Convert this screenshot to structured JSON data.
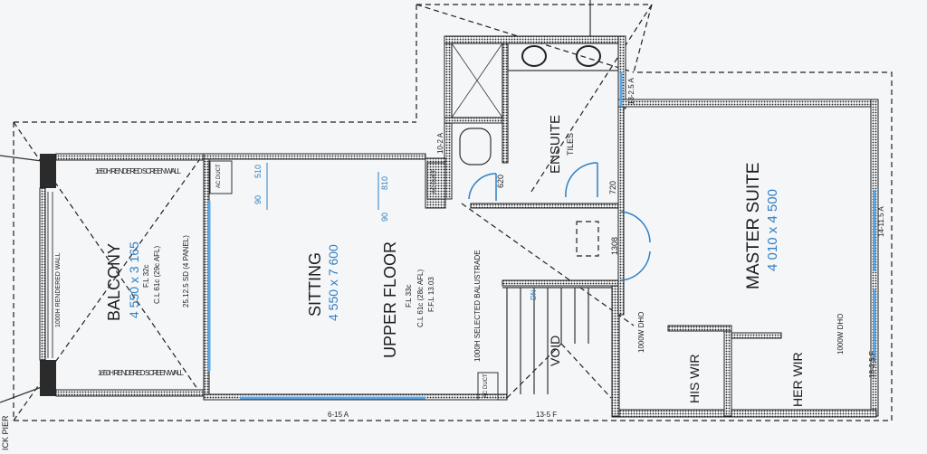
{
  "colors": {
    "paper": "#f4f6f8",
    "ink": "#1b1d22",
    "dimension_blue": "#2f7fc4",
    "glass": "#5aa6e6"
  },
  "side_labels": {
    "pier": "ICK PIER"
  },
  "rooms": {
    "balcony": {
      "name": "BALCONY",
      "size": "4 550 x 3 165",
      "fl": "F.L 32c",
      "cl": "C.L 61c (29c AFL)"
    },
    "sitting": {
      "name": "SITTING",
      "size": "4 550 x 7 600"
    },
    "upper_floor": {
      "name": "UPPER FLOOR",
      "fl": "F.L 33c",
      "cl": "C.L 61c (28c AFL)",
      "ffl": "F.F.L 13.03"
    },
    "ensuite": {
      "name": "ENSUITE",
      "note": "TILES"
    },
    "master_suite": {
      "name": "MASTER SUITE",
      "size": "4 010 x 4 500"
    },
    "void": {
      "name": "VOID"
    },
    "his_wir": {
      "name": "HIS WIR"
    },
    "her_wir": {
      "name": "HER WIR"
    }
  },
  "notes": {
    "screen_wall": "1650H RENDERED SCREEN WALL",
    "rendered_wall": "1000H RENDERED WALL",
    "door_panel": "25.12.5 SD (4 PANEL)",
    "ac_duct": "AC DUCT",
    "balustrade": "1000H SELECTED BALUSTRADE",
    "dho": "1000W DHO",
    "dn": "DN"
  },
  "dimensions": {
    "d510": "510",
    "d90a": "90",
    "d810": "810",
    "d90b": "90",
    "d620": "620",
    "d720": "720",
    "d1308": "1308",
    "w10_2a": "10-2 A",
    "w13_2_5a": "13-2.5 A",
    "w14_11_5a": "14-11.5 A",
    "w18_2_5f": "18-2.5 F",
    "w6_15a": "6-15 A",
    "w13_5f": "13-5 F"
  }
}
